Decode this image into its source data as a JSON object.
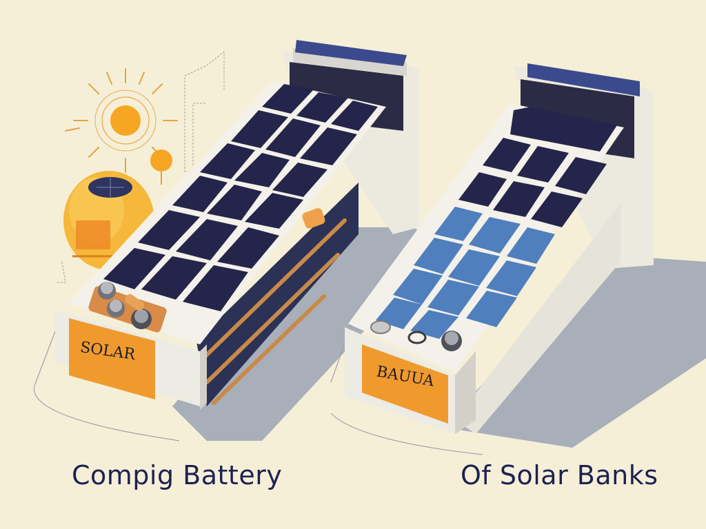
{
  "left_unit": {
    "label": "SOLAR"
  },
  "right_unit": {
    "label": "BAUUA"
  },
  "captions": {
    "left": "Compig Battery",
    "right": "Of Solar Banks"
  },
  "colors": {
    "background": "#f5efd8",
    "panel_dark": "#25244a",
    "panel_blue": "#4f7fbd",
    "housing": "#f3f1ea",
    "label_orange": "#f09a2e",
    "sun": "#f6a623",
    "shadow": "#9aa3b4",
    "text": "#1d2152"
  },
  "icons": [
    "sun-icon",
    "solar-globe-icon",
    "battery-terminal-icon"
  ]
}
